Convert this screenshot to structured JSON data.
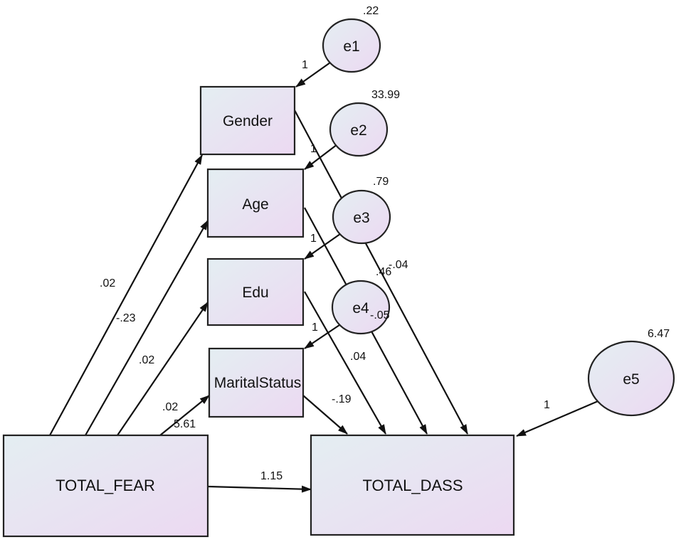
{
  "colors": {
    "box_fill_start": "#e4eef2",
    "box_fill_end": "#ecd9f2",
    "stroke": "#222222"
  },
  "observed": {
    "gender": "Gender",
    "age": "Age",
    "edu": "Edu",
    "marital": "MaritalStatus",
    "total_fear": "TOTAL_FEAR",
    "total_dass": "TOTAL_DASS"
  },
  "errors": {
    "e1": "e1",
    "e2": "e2",
    "e3": "e3",
    "e4": "e4",
    "e5": "e5"
  },
  "variances": {
    "e1": ".22",
    "e2": "33.99",
    "e3": ".79",
    "e4": "",
    "e5": "6.47",
    "total_fear": "5.61"
  },
  "error_paths": {
    "e1": "1",
    "e2": "1",
    "e3": "1",
    "e4": "1",
    "e5": "1"
  },
  "fear_paths": {
    "gender": ".02",
    "age": "-.23",
    "edu": ".02",
    "marital": ".02",
    "dass": "1.15"
  },
  "dass_paths": {
    "gender": "-.04",
    "age": ".46",
    "edu": ".04",
    "marital": "-.19",
    "extra": "-.05"
  }
}
